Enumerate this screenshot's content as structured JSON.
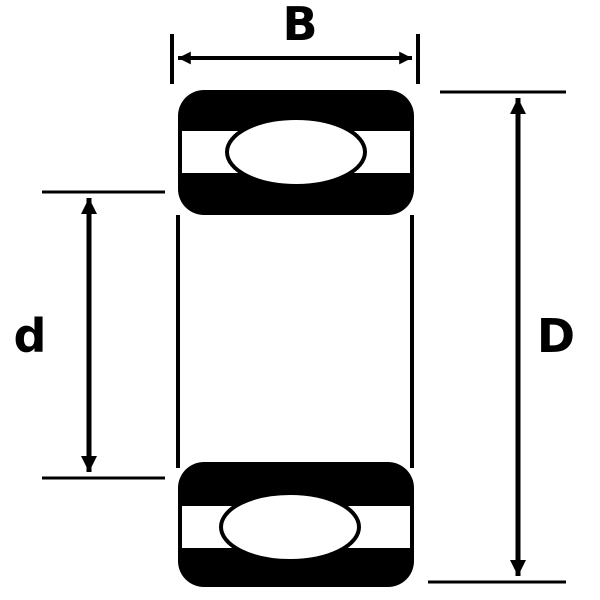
{
  "diagram": {
    "labels": {
      "width": "B",
      "bore": "d",
      "outer": "D"
    },
    "colors": {
      "ink": "#000000",
      "background": "#ffffff"
    }
  }
}
